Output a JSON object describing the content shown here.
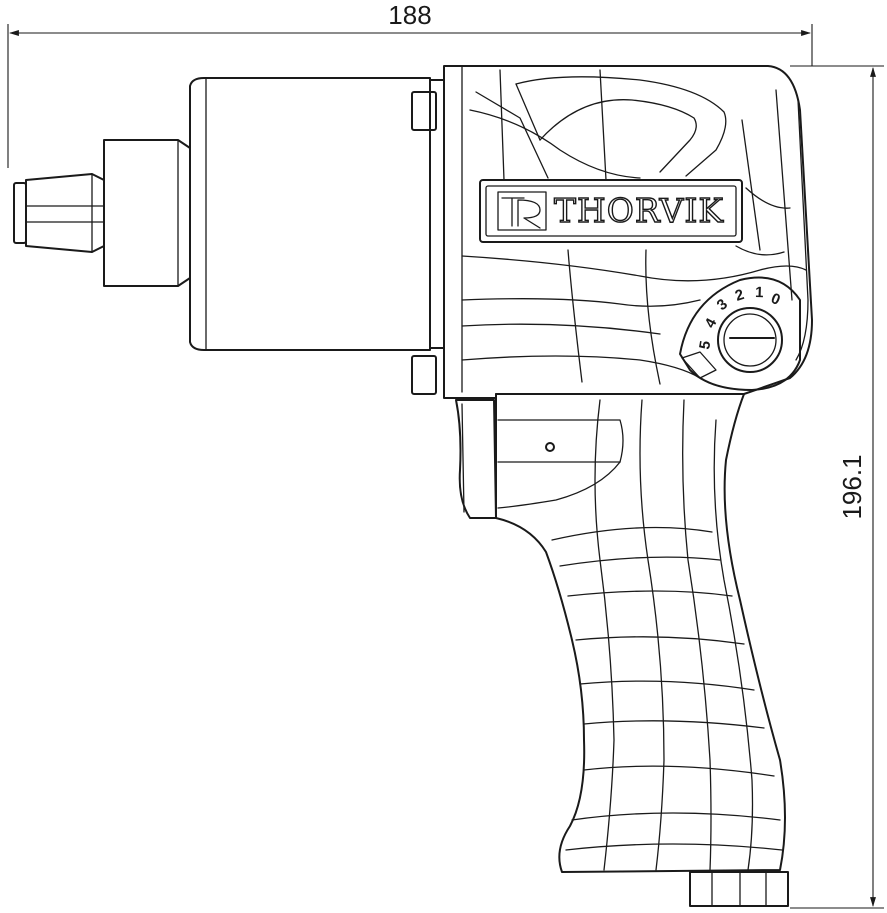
{
  "dimensions": {
    "width_label": "188",
    "height_label": "196.1"
  },
  "brand": {
    "name": "THORVIK",
    "monogram": "TR"
  },
  "power_regulator": {
    "scale": [
      "5",
      "4",
      "3",
      "2",
      "1",
      "0"
    ]
  },
  "colors": {
    "line": "#1a1a1a",
    "background": "#ffffff"
  }
}
